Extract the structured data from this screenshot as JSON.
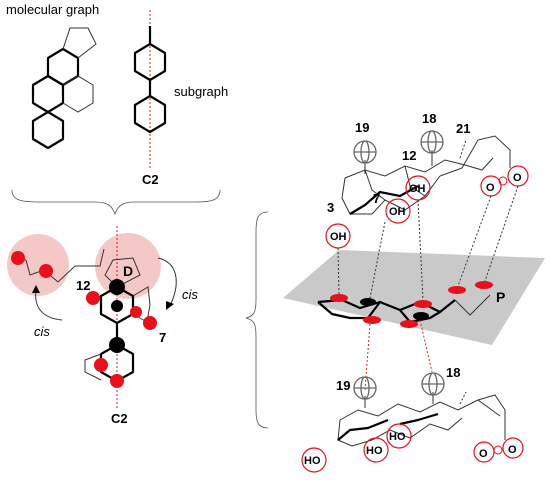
{
  "labels": {
    "molecular_graph": "molecular graph",
    "subgraph": "subgraph",
    "c2_top": "C2",
    "c2_bottom": "C2",
    "ring_d": "D",
    "pos_12_left": "12",
    "pos_7_left": "7",
    "cis_left": "cis",
    "cis_right": "cis",
    "num_19_top": "19",
    "num_18_top": "18",
    "num_21": "21",
    "num_12_right": "12",
    "num_3": "3",
    "num_7_right": "7",
    "oh_3": "OH",
    "oh_7": "OH",
    "oh_12": "OH",
    "plane_p": "P",
    "num_19_bottom": "19",
    "num_18_bottom": "18",
    "ho_1": "HO",
    "ho_2": "HO",
    "ho_3": "HO",
    "carboxyl_o_top": "O",
    "carboxyl_o_top2": "O",
    "carboxyl_o_bottom": "O",
    "carboxyl_o_bottom2": "O"
  },
  "colors": {
    "red": "#e8101b",
    "pink_halo": "#f5c8c8",
    "plane_gray": "#c9c9c9",
    "black": "#000000"
  }
}
